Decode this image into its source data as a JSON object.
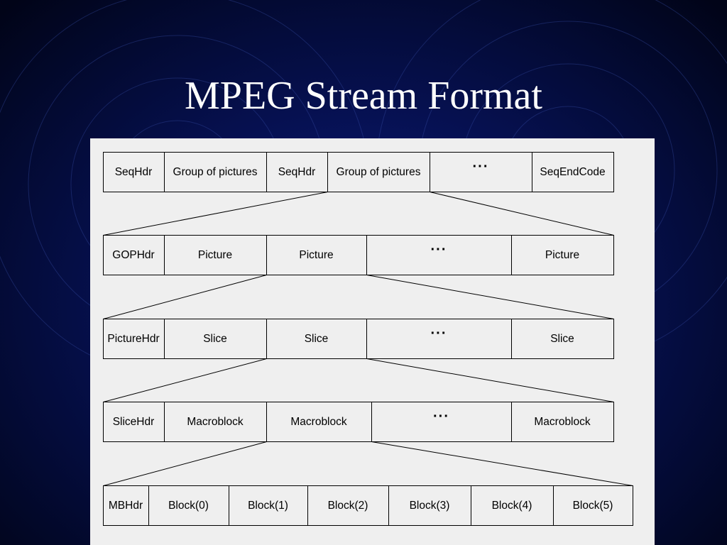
{
  "slide": {
    "title": "MPEG Stream Format"
  },
  "colors": {
    "background": "#071258",
    "panel": "#efefef",
    "ink": "#000000",
    "title": "#ffffff"
  },
  "diagram": {
    "rows": [
      {
        "name": "sequence-row",
        "cells": [
          {
            "label": "SeqHdr"
          },
          {
            "label": "Group of pictures"
          },
          {
            "label": "SeqHdr"
          },
          {
            "label": "Group of pictures"
          },
          {
            "label": "···"
          },
          {
            "label": "SeqEndCode"
          }
        ]
      },
      {
        "name": "group-of-pictures-row",
        "cells": [
          {
            "label": "GOPHdr"
          },
          {
            "label": "Picture"
          },
          {
            "label": "Picture"
          },
          {
            "label": "···"
          },
          {
            "label": "Picture"
          }
        ]
      },
      {
        "name": "picture-row",
        "cells": [
          {
            "label": "PictureHdr"
          },
          {
            "label": "Slice"
          },
          {
            "label": "Slice"
          },
          {
            "label": "···"
          },
          {
            "label": "Slice"
          }
        ]
      },
      {
        "name": "slice-row",
        "cells": [
          {
            "label": "SliceHdr"
          },
          {
            "label": "Macroblock"
          },
          {
            "label": "Macroblock"
          },
          {
            "label": "···"
          },
          {
            "label": "Macroblock"
          }
        ]
      },
      {
        "name": "macroblock-row",
        "cells": [
          {
            "label": "MBHdr"
          },
          {
            "label": "Block(0)"
          },
          {
            "label": "Block(1)"
          },
          {
            "label": "Block(2)"
          },
          {
            "label": "Block(3)"
          },
          {
            "label": "Block(4)"
          },
          {
            "label": "Block(5)"
          }
        ]
      }
    ],
    "expansions": [
      {
        "from_row": 0,
        "from_cell": 3,
        "to_row": 1
      },
      {
        "from_row": 1,
        "from_cell": 2,
        "to_row": 2
      },
      {
        "from_row": 2,
        "from_cell": 2,
        "to_row": 3
      },
      {
        "from_row": 3,
        "from_cell": 2,
        "to_row": 4
      }
    ]
  }
}
